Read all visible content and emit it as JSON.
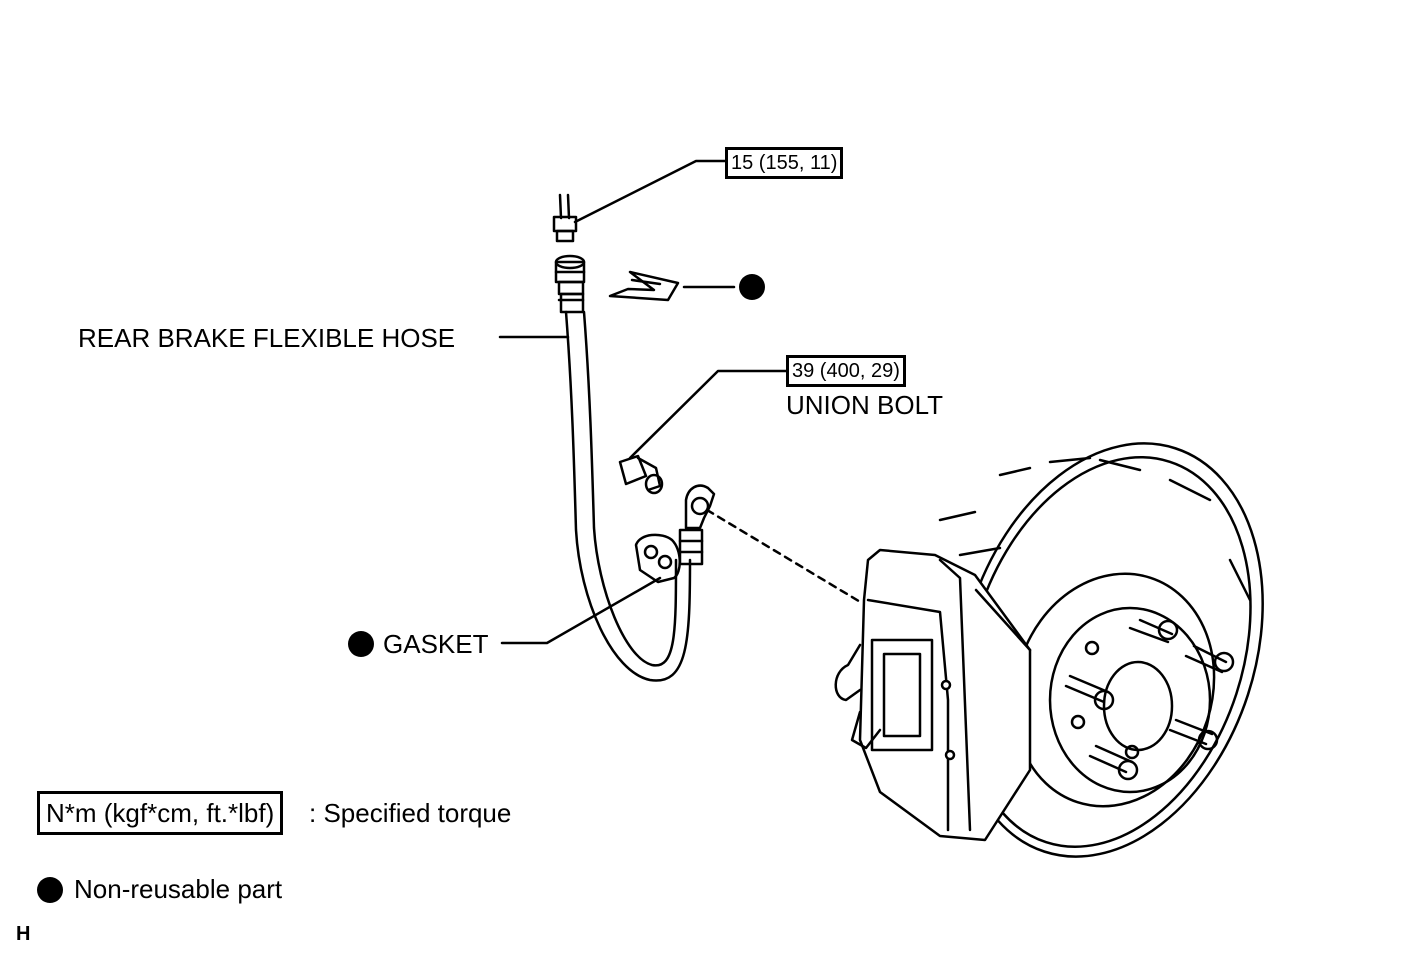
{
  "labels": {
    "torque_top": "15 (155, 11)",
    "torque_union": "39 (400, 29)",
    "union_bolt": "UNION BOLT",
    "hose": "REAR BRAKE FLEXIBLE HOSE",
    "gasket": "GASKET"
  },
  "legend": {
    "torque_unit": "N*m (kgf*cm, ft.*lbf)",
    "torque_desc": ": Specified torque",
    "nonreusable": "Non-reusable part"
  },
  "corner_mark": "H"
}
